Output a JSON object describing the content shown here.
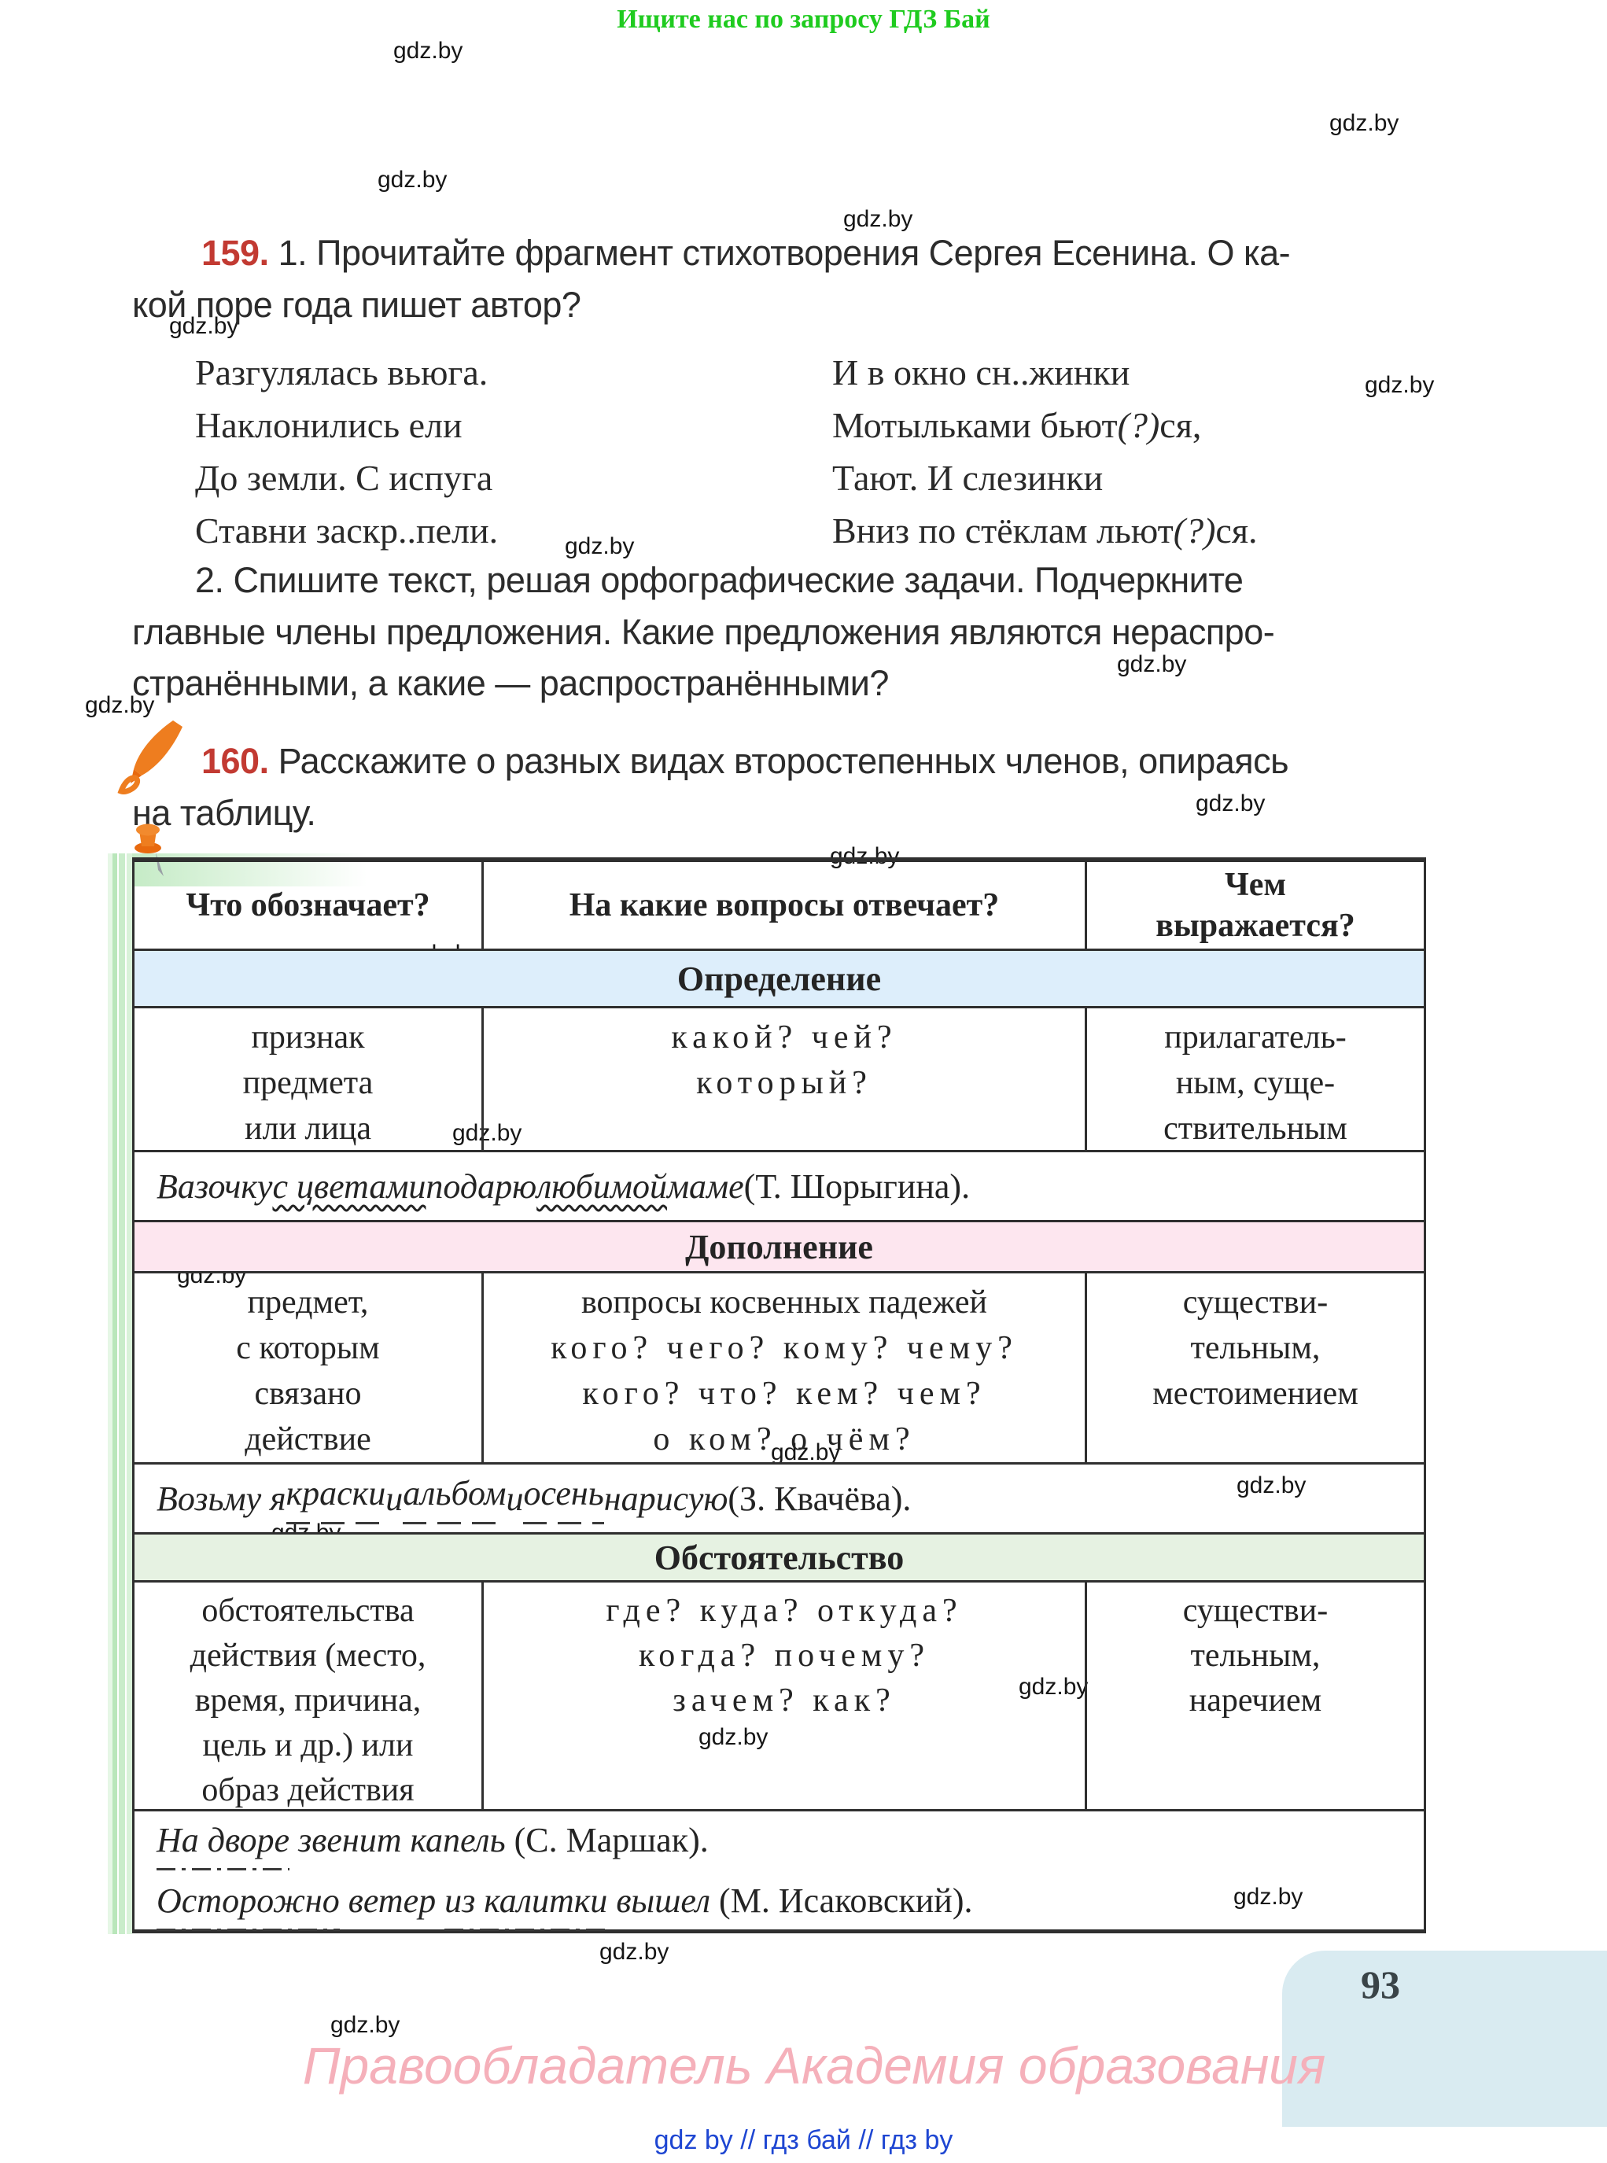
{
  "promo_banner": "Ищите нас по запросу ГДЗ Бай",
  "watermark_text": "gdz.by",
  "exercise_159": {
    "number": "159.",
    "intro_line1": "1. Прочитайте фрагмент стихотворения Сергея Есенина. О ка-",
    "intro_line2": "кой поре года пишет автор?",
    "poem": {
      "left_line1": "Разгулялась вьюга.",
      "left_line2": "Наклонились ели",
      "left_line3": "До земли. С испуга",
      "left_line4": "Ставни заскр..пели.",
      "right_line1": "И в окно сн..жинки",
      "right_line2_pre": "Мотыльками бьют",
      "right_line2_q": "(?)",
      "right_line2_post": "ся,",
      "right_line3": "Тают. И слезинки",
      "right_line4_pre": "Вниз по стёклам льют",
      "right_line4_q": "(?)",
      "right_line4_post": "ся."
    },
    "task2_line1": "2. Спишите текст, решая орфографические задачи. Подчеркните",
    "task2_line2": "главные члены предложения. Какие предложения являются нераспро-",
    "task2_line3": "странёнными, а какие — распространёнными?"
  },
  "exercise_160": {
    "number": "160.",
    "line1": "Расскажите о разных видах второстепенных членов, опираясь",
    "line2": "на таблицу."
  },
  "table": {
    "header": {
      "col1": "Что обозначает?",
      "col2": "На какие вопросы отвечает?",
      "col3_line1": "Чем",
      "col3_line2": "выражается?"
    },
    "sections": [
      {
        "title": "Определение",
        "what": [
          "признак",
          "предмета",
          "или лица"
        ],
        "questions": [
          "какой? чей?",
          "который?"
        ],
        "expressed": [
          "прилагатель-",
          "ным, суще-",
          "ствительным"
        ]
      },
      {
        "title": "Дополнение",
        "what": [
          "предмет,",
          "с которым",
          "связано",
          "действие"
        ],
        "questions": [
          "вопросы косвенных падежей",
          "кого? чего? кому? чему?",
          "кого? что? кем? чем?",
          "о ком? о чём?"
        ],
        "expressed": [
          "существи-",
          "тельным,",
          "местоимением"
        ]
      },
      {
        "title": "Обстоятельство",
        "what": [
          "обстоятельства",
          "действия (место,",
          "время, причина,",
          "цель и др.) или",
          "образ действия"
        ],
        "questions": [
          "где? куда? откуда?",
          "когда? почему?",
          "зачем? как?"
        ],
        "expressed": [
          "существи-",
          "тельным,",
          "наречием"
        ]
      }
    ],
    "examples": {
      "e1": {
        "p1": "Вазочку ",
        "m1": "с цветами",
        "p2": " подарю ",
        "m2": "любимой",
        "p3": " маме ",
        "author": "(Т. Шорыгина)."
      },
      "e2": {
        "p1": "Возьму я ",
        "m1": "краски",
        "p2": " и ",
        "m2": "альбом",
        "p3": " и ",
        "m3": "осень",
        "p4": " нарисую ",
        "author": "(З. Квачёва)."
      },
      "e3a": {
        "m1": "На дворе",
        "p1": " звенит капель ",
        "author": "(С. Маршак)."
      },
      "e3b": {
        "m1": "Осторожно",
        "p1": " ветер ",
        "m2": "из калитки",
        "p2": " вышел ",
        "author": "(М. Исаковский)."
      }
    }
  },
  "page_number": "93",
  "footer": {
    "copyright": "Правообладатель Академия образования",
    "links": "gdz by  //  гдз бай  //  гдз by"
  },
  "colors": {
    "band_definition": "#ddeefb",
    "band_object": "#fde6ef",
    "band_adverbial": "#e6f2e2",
    "accent_red": "#c23a32",
    "promo_green": "#1fcb1f",
    "links_blue": "#1e46d2",
    "footer_pink": "#f5b0ba",
    "pagebox_blue": "#d9ebf1",
    "stripe_green": "#c9ecca"
  }
}
